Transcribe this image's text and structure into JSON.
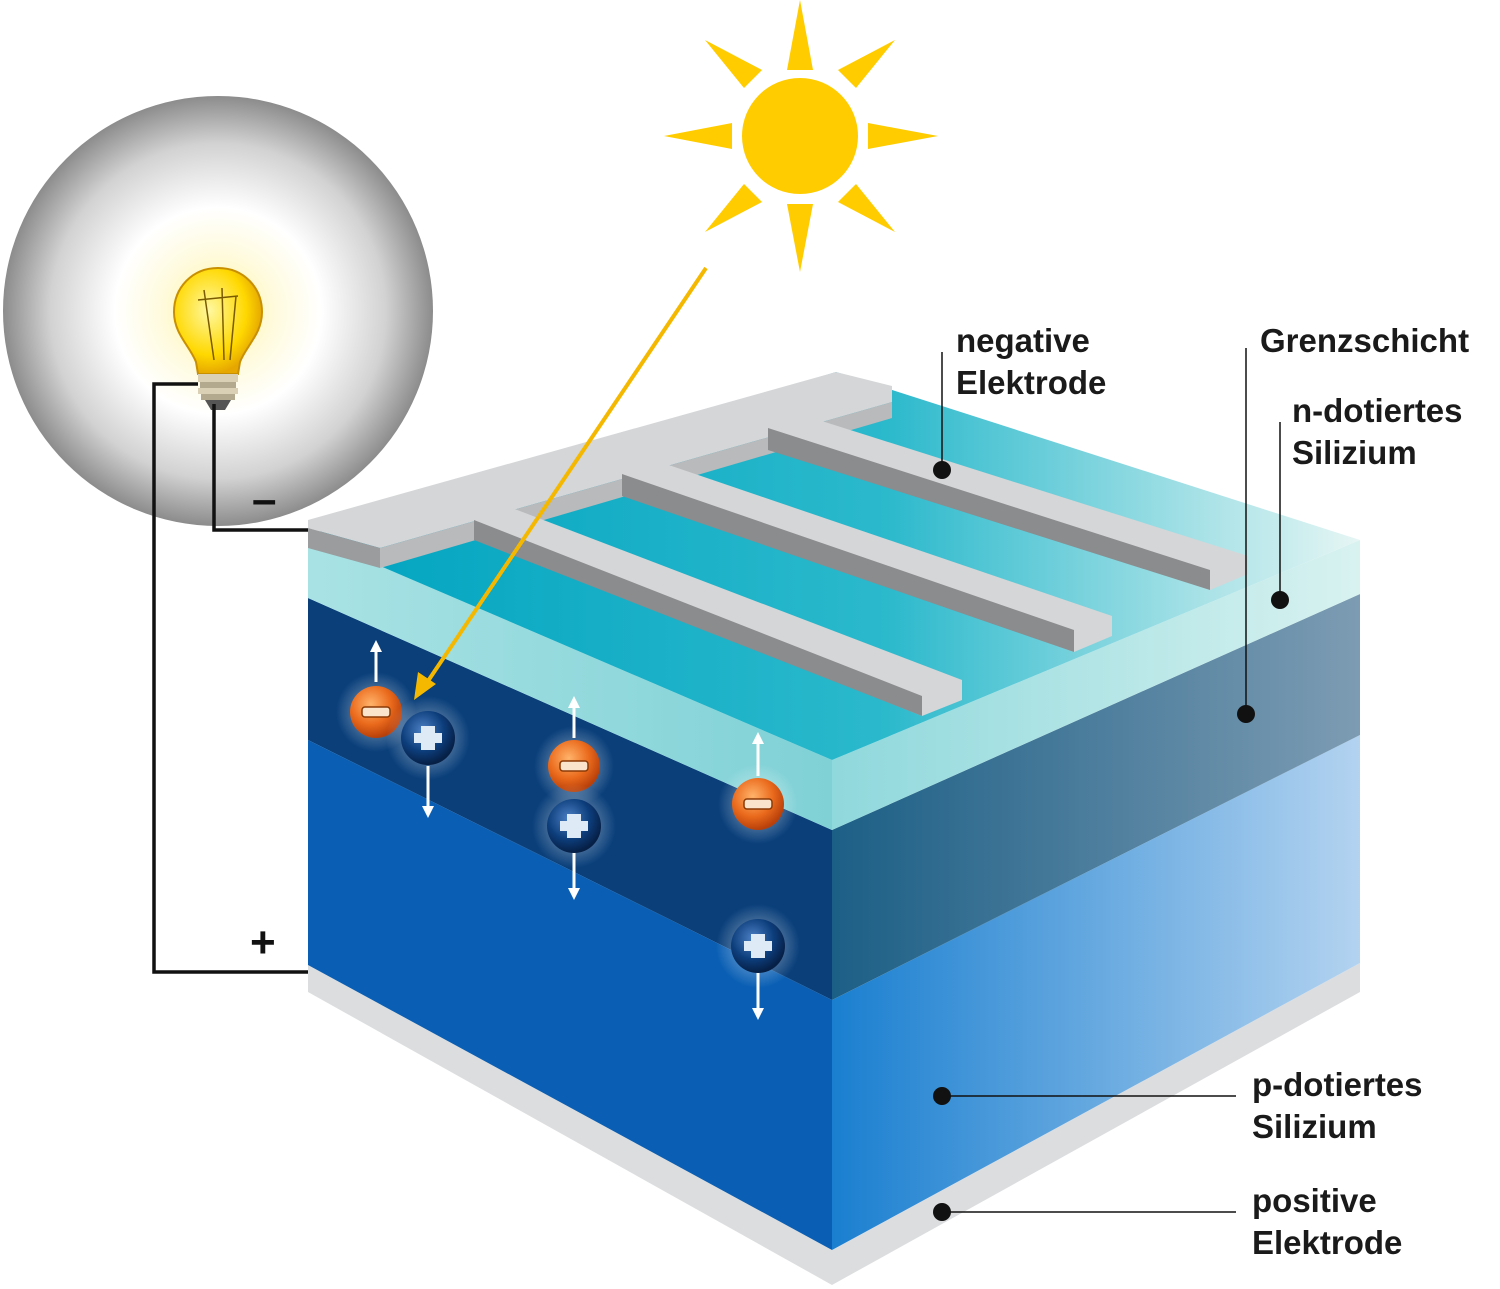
{
  "labels": {
    "negative_electrode": [
      "negative",
      "Elektrode"
    ],
    "junction": "Grenzschicht",
    "n_silicon": [
      "n-dotiertes",
      "Silizium"
    ],
    "p_silicon": [
      "p-dotiertes",
      "Silizium"
    ],
    "positive_electrode": [
      "positive",
      "Elektrode"
    ]
  },
  "polarity": {
    "minus": "–",
    "plus": "+"
  },
  "colors": {
    "sun": "#ffcc00",
    "light_ray": "#f5b800",
    "electrode": "#d4d6d8",
    "electrode_shadow": "#8a8c8e",
    "n_layer_top": "#3ec3cf",
    "n_layer_front": "#98dde0",
    "junction_front": "#0a3f7a",
    "p_layer_front": "#0a5fb4",
    "p_layer_side": "#5ea7e2",
    "electron": "#e8661c",
    "hole": "#0b3c78",
    "wire": "#111111"
  },
  "icons": [
    "sun-icon",
    "light-bulb-icon",
    "electron-icon",
    "hole-icon"
  ]
}
